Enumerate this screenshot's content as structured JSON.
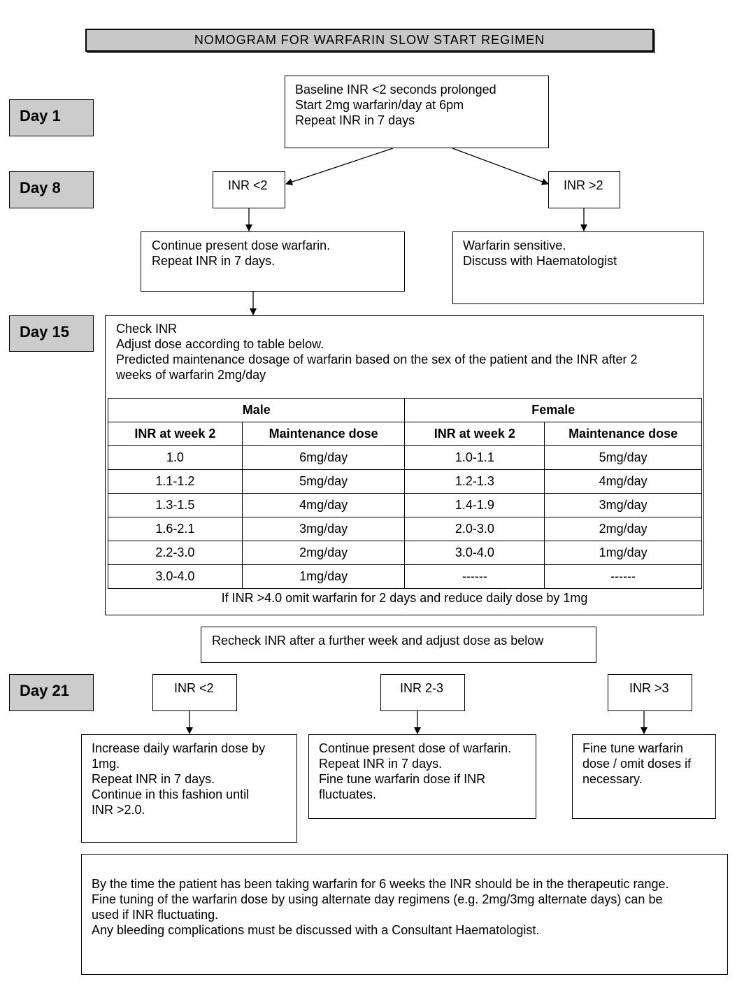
{
  "title": "NOMOGRAM FOR WARFARIN SLOW START REGIMEN",
  "days": {
    "day1": "Day 1",
    "day8": "Day 8",
    "day15": "Day 15",
    "day21": "Day 21"
  },
  "baseline": {
    "lines": [
      "Baseline INR <2 seconds prolonged",
      "Start 2mg warfarin/day at 6pm",
      "Repeat INR in 7 days"
    ]
  },
  "day8": {
    "inr_low": "INR <2",
    "inr_high": "INR >2",
    "continue": [
      "Continue present  dose warfarin.",
      "Repeat INR in 7 days."
    ],
    "sensitive": [
      "Warfarin sensitive.",
      "Discuss with Haematologist"
    ]
  },
  "day15": {
    "lines": [
      "Check INR",
      "Adjust dose according to table below.",
      "Predicted maintenance dosage of warfarin based on the sex of the patient and the INR after 2",
      "weeks of warfarin 2mg/day"
    ],
    "table": {
      "male_header": "Male",
      "female_header": "Female",
      "col_inr": "INR at week 2",
      "col_dose": "Maintenance dose",
      "rows": [
        [
          "1.0",
          "6mg/day",
          "1.0-1.1",
          "5mg/day"
        ],
        [
          "1.1-1.2",
          "5mg/day",
          "1.2-1.3",
          "4mg/day"
        ],
        [
          "1.3-1.5",
          "4mg/day",
          "1.4-1.9",
          "3mg/day"
        ],
        [
          "1.6-2.1",
          "3mg/day",
          "2.0-3.0",
          "2mg/day"
        ],
        [
          "2.2-3.0",
          "2mg/day",
          "3.0-4.0",
          "1mg/day"
        ],
        [
          "3.0-4.0",
          "1mg/day",
          "------",
          "------"
        ]
      ]
    },
    "note": "If INR >4.0 omit warfarin for 2 days and reduce daily dose by 1mg"
  },
  "recheck": "Recheck INR after a further week and adjust dose as below",
  "day21": {
    "inr_low": "INR <2",
    "inr_mid": "INR 2-3",
    "inr_high": "INR >3",
    "increase": [
      "Increase daily warfarin dose by",
      "1mg.",
      "Repeat INR in 7 days.",
      "Continue in this fashion until",
      "INR >2.0."
    ],
    "continue": [
      "Continue present dose of warfarin.",
      "Repeat INR in 7 days.",
      "Fine tune warfarin dose if INR",
      "fluctuates."
    ],
    "finetune": [
      "Fine tune warfarin",
      "dose / omit doses if",
      "necessary."
    ]
  },
  "footer": [
    "By the time the patient has been taking warfarin for 6 weeks the INR should be in the therapeutic range.",
    "Fine tuning of the warfarin dose by using alternate day regimens (e.g. 2mg/3mg alternate days) can be",
    "used if INR fluctuating.",
    "Any bleeding complications must be discussed with a Consultant Haematologist."
  ]
}
